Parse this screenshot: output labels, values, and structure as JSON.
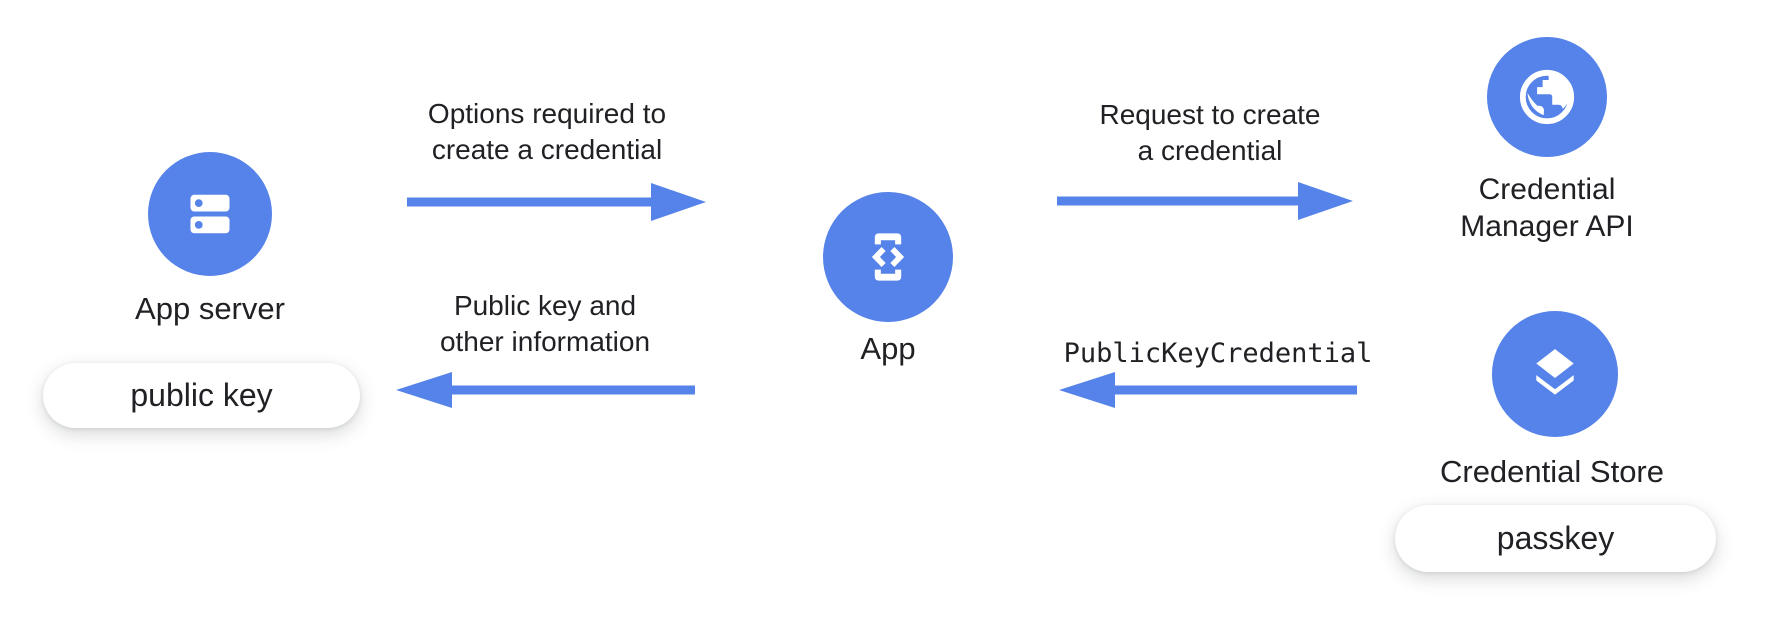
{
  "colors": {
    "accent_blue": "#5683E9",
    "text": "#202124",
    "pill_background": "#FFFFFF"
  },
  "nodes": {
    "app_server": {
      "label": "App server",
      "icon": "server-icon",
      "badge": "public key"
    },
    "app": {
      "label": "App",
      "icon": "phone-code-icon"
    },
    "credential_manager_api": {
      "label": "Credential\nManager API",
      "icon": "globe-icon"
    },
    "credential_store": {
      "label": "Credential Store",
      "icon": "layers-icon",
      "badge": "passkey"
    }
  },
  "arrows": {
    "options_to_app": {
      "label": "Options required to\ncreate a credential",
      "direction": "right",
      "from": "App server",
      "to": "App"
    },
    "public_key_return": {
      "label": "Public key and\nother information",
      "direction": "left",
      "from": "App",
      "to": "App server"
    },
    "request_create": {
      "label": "Request to create\na credential",
      "direction": "right",
      "from": "App",
      "to": "Credential Manager API"
    },
    "publickeycredential_return": {
      "label": "PublicKeyCredential",
      "direction": "left",
      "from": "Credential Store",
      "to": "App",
      "font": "monospace"
    }
  }
}
